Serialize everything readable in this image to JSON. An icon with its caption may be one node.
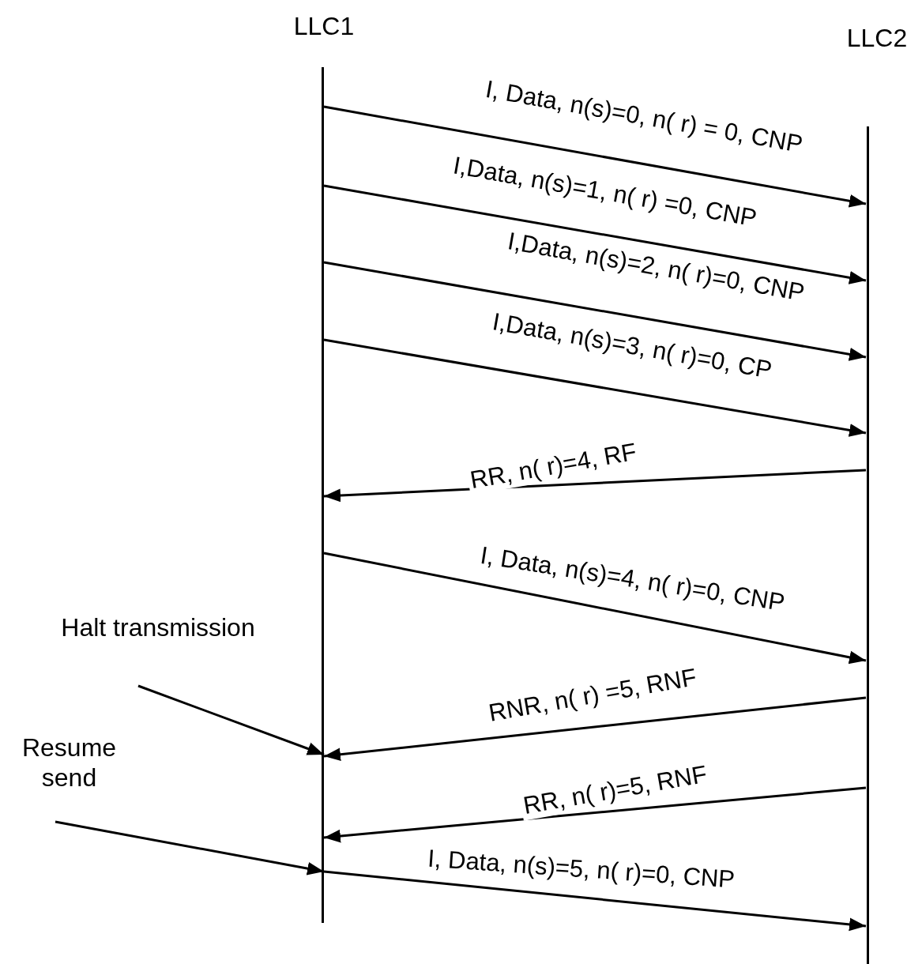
{
  "diagram": {
    "nodes": [
      {
        "text": [
          "LLC1"
        ]
      },
      {
        "text": [
          "LLC2"
        ]
      },
      {
        "text": [
          "Halt transmission"
        ]
      },
      {
        "text": [
          "Resume send"
        ]
      }
    ],
    "edges": [
      {
        "from": 0,
        "to": 1,
        "arrow": "to",
        "label": "I, Data, n(s)=0, n( r) = 0, CNP"
      },
      {
        "from": 0,
        "to": 1,
        "arrow": "to",
        "label": "I,Data, n(s)=1, n( r) =0, CNP"
      },
      {
        "from": 0,
        "to": 1,
        "arrow": "to",
        "label": "I,Data, n(s)=2, n( r)=0, CNP"
      },
      {
        "from": 0,
        "to": 1,
        "arrow": "to",
        "label": "I,Data, n(s)=3, n( r)=0, CP"
      },
      {
        "from": 1,
        "to": 0,
        "arrow": "to",
        "label": "RR, n( r)=4, RF"
      },
      {
        "from": 0,
        "to": 1,
        "arrow": "to",
        "label": "I, Data, n(s)=4, n( r)=0, CNP"
      },
      {
        "from": 1,
        "to": 0,
        "arrow": "to",
        "label": "RNR, n( r) =5, RNF"
      },
      {
        "from": 1,
        "to": 0,
        "arrow": "to",
        "label": "RR, n( r)=5, RNF"
      },
      {
        "from": 0,
        "to": 1,
        "arrow": "to",
        "label": "I, Data, n(s)=5, n( r)=0, CNP"
      },
      {
        "from": 2,
        "to": 0,
        "arrow": "to"
      },
      {
        "from": 3,
        "to": 0,
        "arrow": "to"
      }
    ]
  }
}
